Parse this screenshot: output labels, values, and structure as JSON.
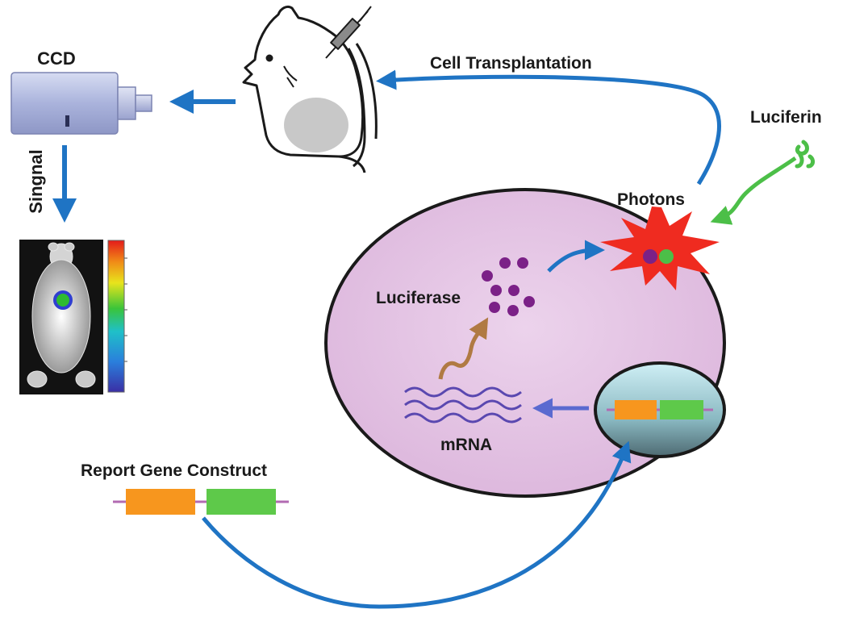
{
  "labels": {
    "ccd": "CCD",
    "signal": "Singnal",
    "cell_transplantation": "Cell Transplantation",
    "luciferin": "Luciferin",
    "photons": "Photons",
    "luciferase": "Luciferase",
    "mrna": "mRNA",
    "report_gene_construct": "Report Gene Construct"
  },
  "colors": {
    "arrow_blue": "#1f74c4",
    "cell_fill": "#e7c9e6",
    "luciferase": "#7b2187",
    "photon_burst": "#ef2b20",
    "green_gene": "#5ec94a",
    "orange_gene": "#f7961e",
    "luciferin_green": "#4cbf48",
    "mrna_wave": "#5a48b0",
    "translation_arrow": "#b07a43"
  },
  "icons": {
    "ccd": "ccd-camera-icon",
    "mouse": "mouse-injection-icon",
    "imaging": "bioluminescence-image",
    "colorbar": "intensity-colorbar"
  }
}
